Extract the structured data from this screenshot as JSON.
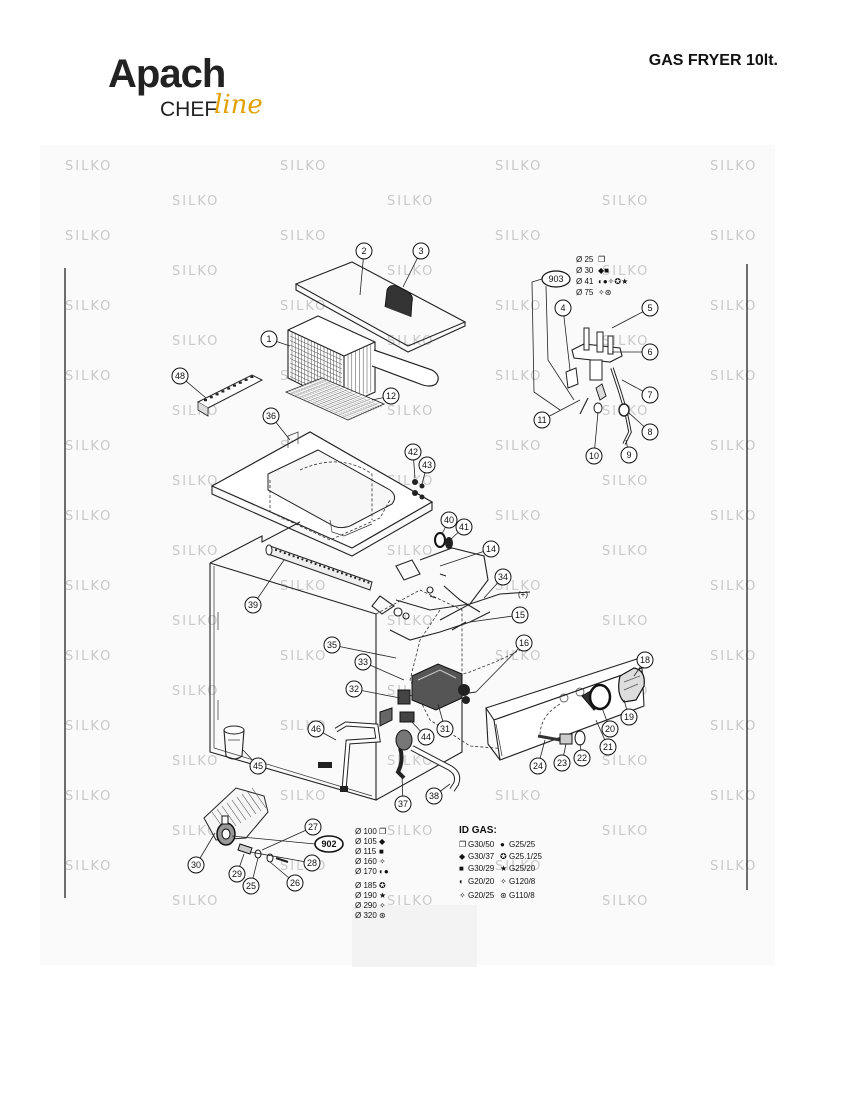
{
  "header": {
    "brand_main": "Apach",
    "brand_sub": "CHEF",
    "brand_script": "line",
    "title": "GAS FRYER 10lt."
  },
  "watermark": {
    "text": "SILKO"
  },
  "callouts": [
    {
      "n": "1"
    },
    {
      "n": "2"
    },
    {
      "n": "3"
    },
    {
      "n": "4"
    },
    {
      "n": "5"
    },
    {
      "n": "6"
    },
    {
      "n": "7"
    },
    {
      "n": "8"
    },
    {
      "n": "9"
    },
    {
      "n": "10"
    },
    {
      "n": "11"
    },
    {
      "n": "12"
    },
    {
      "n": "14"
    },
    {
      "n": "15"
    },
    {
      "n": "16"
    },
    {
      "n": "18"
    },
    {
      "n": "19"
    },
    {
      "n": "20"
    },
    {
      "n": "21"
    },
    {
      "n": "22"
    },
    {
      "n": "23"
    },
    {
      "n": "24"
    },
    {
      "n": "25"
    },
    {
      "n": "26"
    },
    {
      "n": "27"
    },
    {
      "n": "28"
    },
    {
      "n": "29"
    },
    {
      "n": "30"
    },
    {
      "n": "31"
    },
    {
      "n": "32"
    },
    {
      "n": "33"
    },
    {
      "n": "34"
    },
    {
      "n": "35"
    },
    {
      "n": "36"
    },
    {
      "n": "37"
    },
    {
      "n": "38"
    },
    {
      "n": "39"
    },
    {
      "n": "40"
    },
    {
      "n": "41"
    },
    {
      "n": "42"
    },
    {
      "n": "43"
    },
    {
      "n": "44"
    },
    {
      "n": "45"
    },
    {
      "n": "46"
    },
    {
      "n": "48"
    }
  ],
  "ovals": [
    {
      "n": "903"
    },
    {
      "n": "902"
    }
  ],
  "plus_mark": "(+)",
  "pilot_injectors": [
    "Ø 25",
    "Ø 30",
    "Ø 41",
    "Ø 75"
  ],
  "burner_injectors": [
    "Ø 100",
    "Ø 105",
    "Ø 115",
    "Ø 160",
    "Ø 170",
    "Ø 185",
    "Ø 190",
    "Ø 290",
    "Ø 320"
  ],
  "gas_table": {
    "title": "ID GAS:",
    "col1": [
      "G30/50",
      "G30/37",
      "G30/29",
      "G20/20",
      "G20/25"
    ],
    "col2": [
      "G25/25",
      "G25.1/25",
      "G25/20",
      "G120/8",
      "G110/8"
    ]
  }
}
